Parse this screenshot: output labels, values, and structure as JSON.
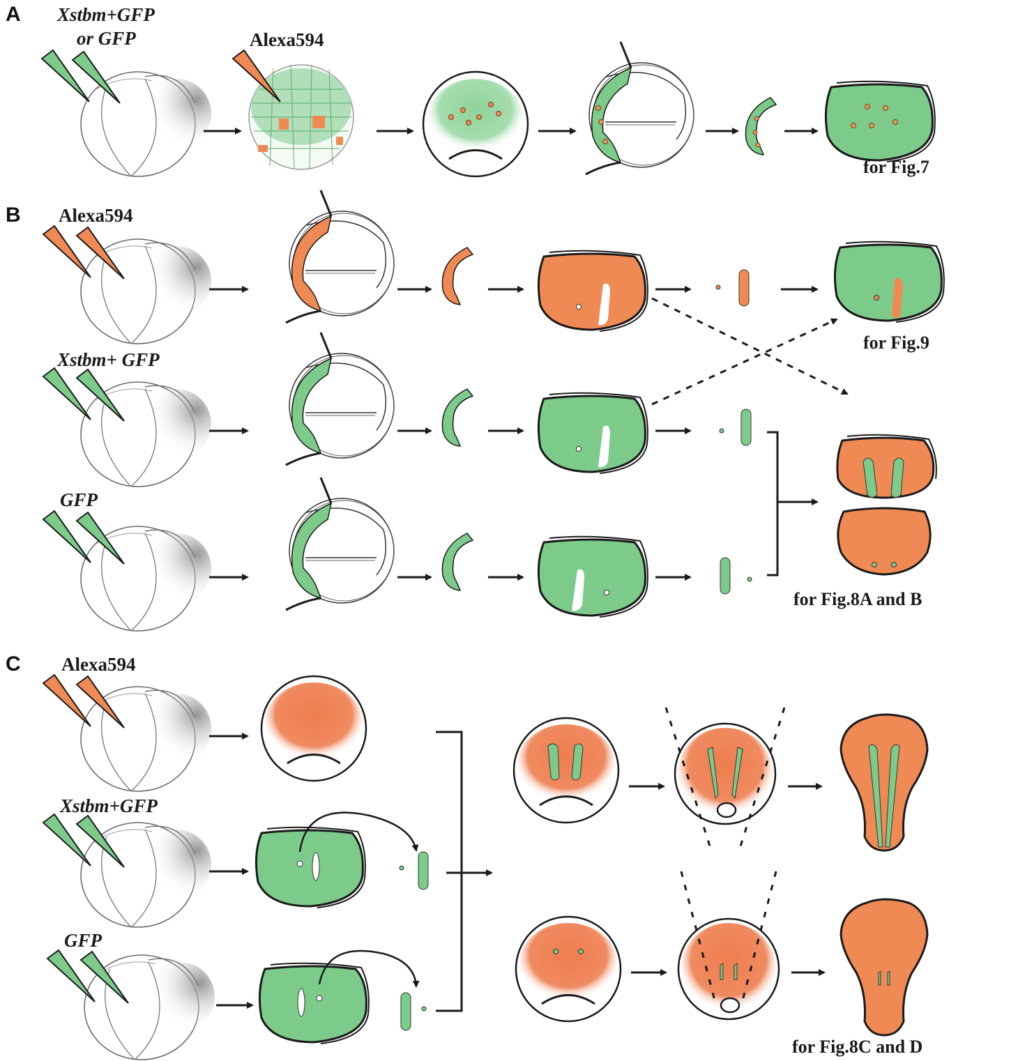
{
  "colors": {
    "gfp_green": "#7dcb8a",
    "alexa_orange": "#ef8a55",
    "outline": "#1a1a1a",
    "embryo_shade": "#9a9a9a"
  },
  "panels": [
    {
      "id": "A",
      "letter": "A",
      "rows": [
        {
          "injection_label_line1": "Xstbm+GFP",
          "injection_label_line2": "or GFP",
          "second_injection_label": "Alexa594",
          "caption": "for Fig.7"
        }
      ]
    },
    {
      "id": "B",
      "letter": "B",
      "rows": [
        {
          "injection_label": "Alexa594",
          "color": "orange"
        },
        {
          "injection_label": "Xstbm+ GFP",
          "color": "green"
        },
        {
          "injection_label": "GFP",
          "color": "green"
        }
      ],
      "captions": [
        "for Fig.9",
        "for Fig.8A and B"
      ]
    },
    {
      "id": "C",
      "letter": "C",
      "rows": [
        {
          "injection_label": "Alexa594",
          "color": "orange"
        },
        {
          "injection_label": "Xstbm+GFP",
          "color": "green"
        },
        {
          "injection_label": "GFP",
          "color": "green"
        }
      ],
      "captions": [
        "for Fig.8C and D"
      ]
    }
  ]
}
